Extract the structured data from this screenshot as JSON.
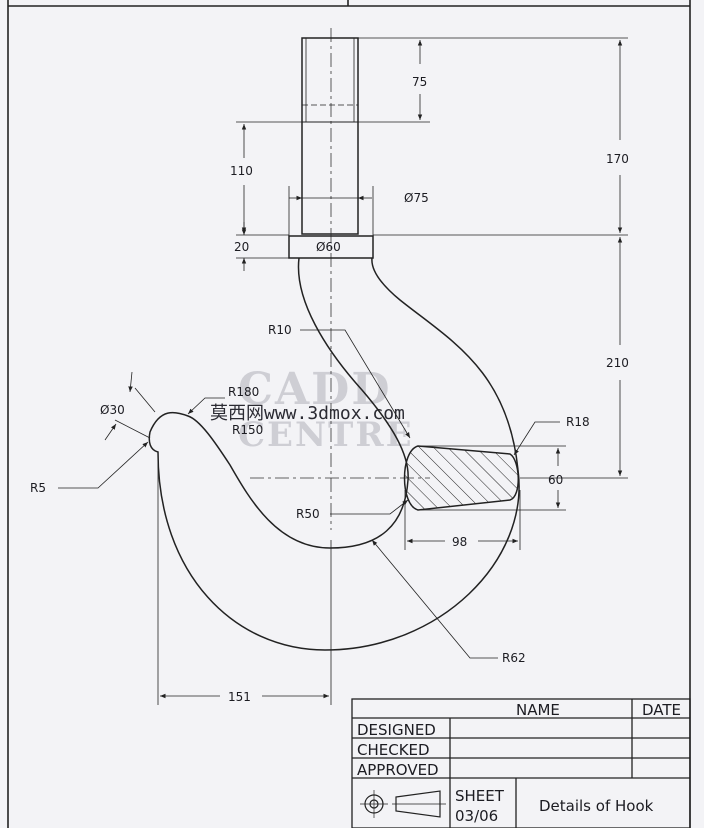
{
  "drawing": {
    "title": "Details of Hook",
    "sheet_label": "SHEET",
    "sheet_no": "03/06",
    "dims": {
      "d75_len": "75",
      "d170": "170",
      "d110": "110",
      "dia75": "Ø75",
      "d20": "20",
      "dia60": "Ø60",
      "d210": "210",
      "r10": "R10",
      "r180": "R180",
      "r150": "R150",
      "dia30": "Ø30",
      "r5": "R5",
      "r18": "R18",
      "d60": "60",
      "r50": "R50",
      "d98": "98",
      "r62": "R62",
      "d151": "151"
    },
    "watermark": {
      "brand_line1": "CADD",
      "brand_line2": "CENTRE",
      "site": "莫西网www.3dmox.com"
    }
  },
  "title_block": {
    "col_name": "NAME",
    "col_date": "DATE",
    "rows": [
      "DESIGNED",
      "CHECKED",
      "APPROVED"
    ]
  }
}
